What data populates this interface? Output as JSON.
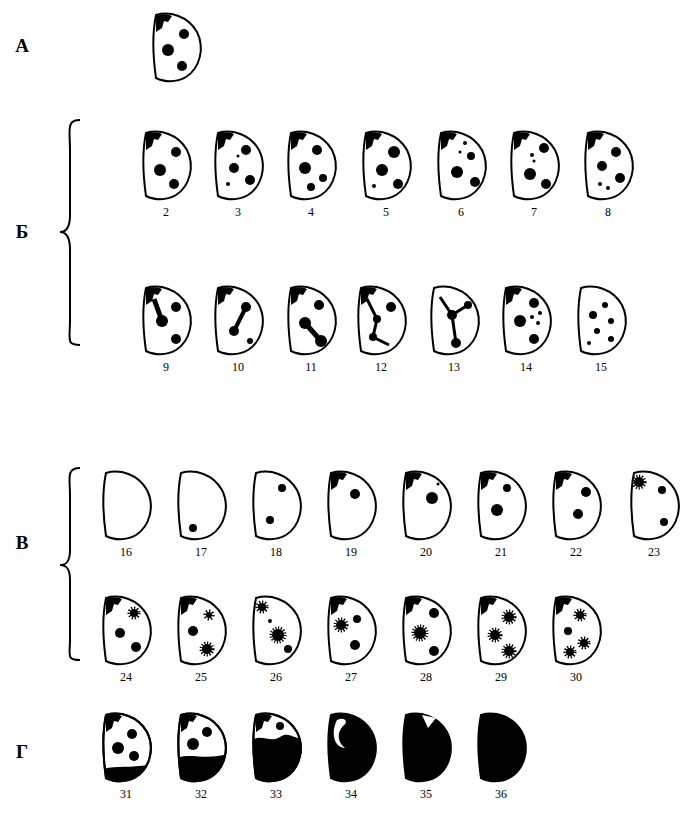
{
  "diagram": {
    "labels": [
      "А",
      "Б",
      "2",
      "3",
      "4",
      "5",
      "6",
      "7",
      "8",
      "9",
      "10",
      "11",
      "12",
      "13",
      "14",
      "15",
      "В",
      "16",
      "17",
      "18",
      "19",
      "20",
      "21",
      "22",
      "23",
      "24",
      "25",
      "26",
      "27",
      "28",
      "29",
      "30",
      "Г",
      "31",
      "32",
      "33",
      "34",
      "35",
      "36"
    ]
  }
}
